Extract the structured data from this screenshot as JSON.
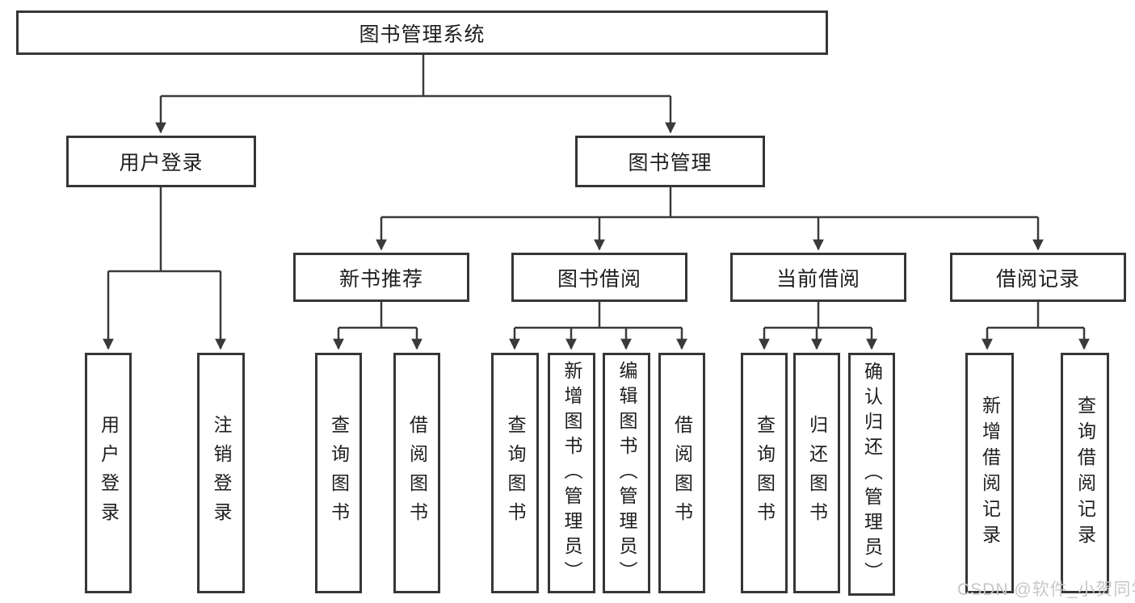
{
  "diagram": {
    "tree": {
      "label": "图书管理系统",
      "children": [
        {
          "label": "用户登录",
          "children": [
            {
              "label": "用户登录"
            },
            {
              "label": "注销登录"
            }
          ]
        },
        {
          "label": "图书管理",
          "children": [
            {
              "label": "新书推荐",
              "children": [
                {
                  "label": "查询图书"
                },
                {
                  "label": "借阅图书"
                }
              ]
            },
            {
              "label": "图书借阅",
              "children": [
                {
                  "label": "查询图书"
                },
                {
                  "label": "新增图书（管理员）"
                },
                {
                  "label": "编辑图书（管理员）"
                },
                {
                  "label": "借阅图书"
                }
              ]
            },
            {
              "label": "当前借阅",
              "children": [
                {
                  "label": "查询图书"
                },
                {
                  "label": "归还图书"
                },
                {
                  "label": "确认归还（管理员）"
                }
              ]
            },
            {
              "label": "借阅记录",
              "children": [
                {
                  "label": "新增借阅记录"
                },
                {
                  "label": "查询借阅记录"
                }
              ]
            }
          ]
        }
      ]
    },
    "colors": {
      "line": "#3a3a3a",
      "box_border": "#363636",
      "text": "#1e1e1e",
      "watermark": "#c7c7c7"
    }
  },
  "watermark": {
    "text": "CSDN @软件_小贺同学"
  }
}
